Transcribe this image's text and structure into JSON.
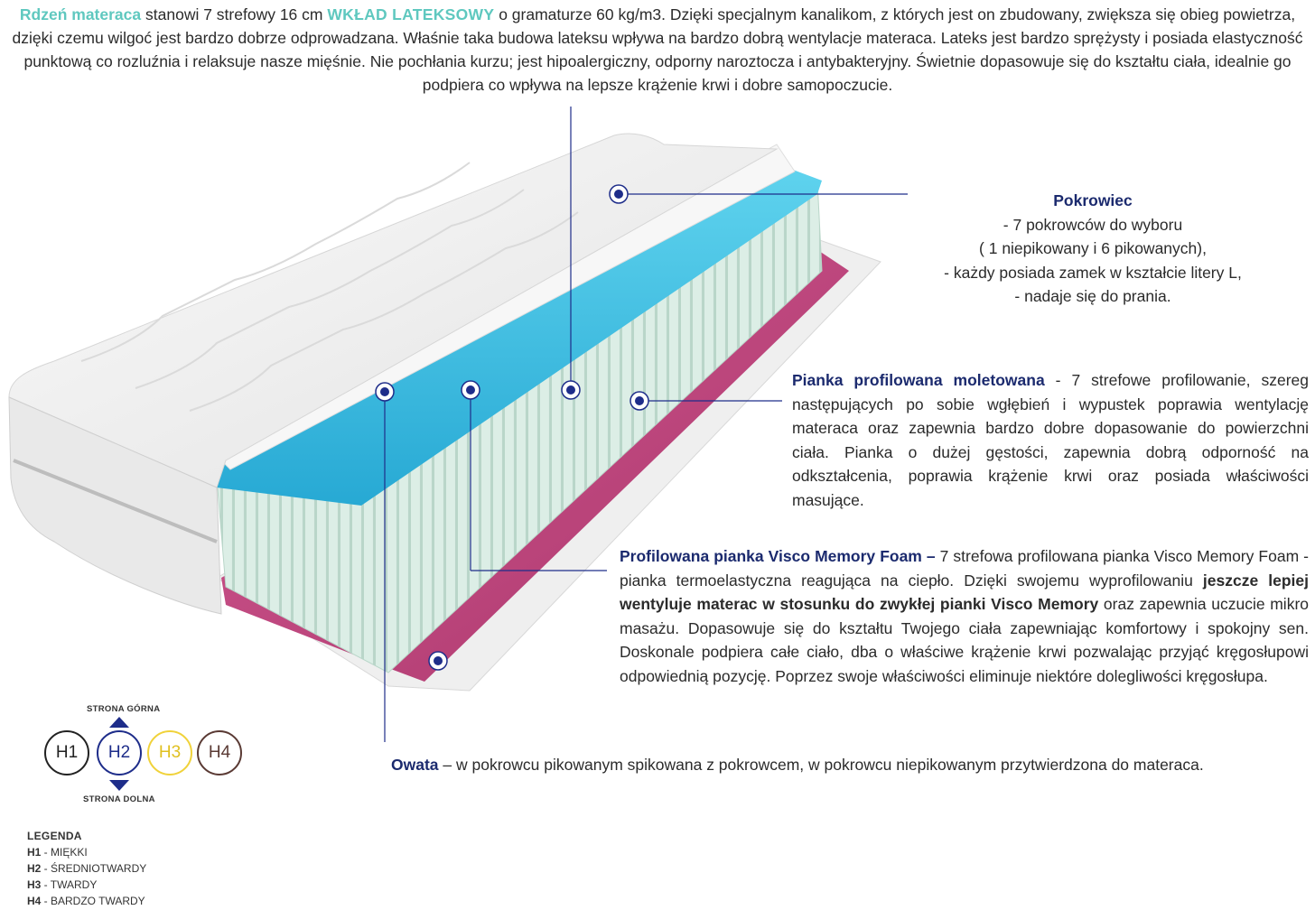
{
  "intro": {
    "t1": "Rdzeń materaca",
    "t2": " stanowi 7 strefowy 16 cm ",
    "t3": "WKŁAD LATEKSOWY",
    "t4": " o gramaturze 60 kg/m3. Dzięki specjalnym kanalikom, z których jest on zbudowany, zwiększa się obieg powietrza, dzięki czemu wilgoć jest bardzo dobrze odprowadzana. Właśnie taka budowa lateksu wpływa na bardzo dobrą wentylacje materaca. Lateks jest bardzo sprężysty i posiada elastyczność punktową co rozluźnia i relaksuje nasze mięśnie. Nie pochłania kurzu; jest hipoalergiczny, odporny naroztocza i antybakteryjny. Świetnie dopasowuje się do kształtu ciała, idealnie go podpiera co wpływa na lepsze krążenie krwi i dobre samopoczucie."
  },
  "pokrowiec": {
    "title": "Pokrowiec",
    "l1": "- 7 pokrowców do wyboru",
    "l2": "( 1 niepikowany i 6 pikowanych),",
    "l3": "-  każdy posiada zamek w kształcie litery L,",
    "l4": "- nadaje się do prania."
  },
  "pianka_mol": {
    "title": "Pianka profilowana moletowana",
    "text": " -   7 strefowe profilowanie, szereg następujących po sobie wgłębień i wypustek poprawia wentylację materaca oraz zapewnia bardzo dobre dopasowanie do powierzchni ciała. Pianka o dużej gęstości, zapewnia dobrą odporność na odkształcenia, poprawia krążenie krwi oraz posiada właściwości masujące."
  },
  "visco": {
    "title": "Profilowana pianka Visco Memory Foam –",
    "t1": " 7 strefowa profilowana pianka Visco Memory Foam - pianka termoelastyczna reagująca na ciepło. Dzięki swojemu wyprofilowaniu ",
    "bold": "jeszcze lepiej wentyluje materac w stosunku do zwykłej pianki Visco Memory",
    "t2": " oraz zapewnia uczucie mikro masażu. Dopasowuje się do kształtu Twojego ciała zapewniając komfortowy i spokojny sen. Doskonale podpiera całe ciało, dba o właściwe krążenie krwi pozwalając przyjąć kręgosłupowi odpowiednią pozycję. Poprzez swoje właściwości eliminuje niektóre dolegliwości kręgosłupa."
  },
  "owata": {
    "title": "Owata",
    "text": " – w pokrowcu pikowanym spikowana z pokrowcem, w pokrowcu niepikowanym przytwierdzona do materaca."
  },
  "hardness": {
    "top_label": "STRONA GÓRNA",
    "bottom_label": "STRONA DOLNA",
    "badges": [
      "H1",
      "H2",
      "H3",
      "H4"
    ]
  },
  "legend": {
    "title": "LEGENDA",
    "items": [
      {
        "code": "H1",
        "label": " - MIĘKKI"
      },
      {
        "code": "H2",
        "label": " - ŚREDNIOTWARDY"
      },
      {
        "code": "H3",
        "label": " - TWARDY"
      },
      {
        "code": "H4",
        "label": " - BARDZO TWARDY"
      }
    ]
  },
  "colors": {
    "accent_teal": "#5fc8bf",
    "navy": "#1b2a6e",
    "latex_blue": "#3cc4e4",
    "mint_foam": "#d6ece2",
    "pink_foam": "#c8457f",
    "cover_white": "#f1f1f1"
  }
}
